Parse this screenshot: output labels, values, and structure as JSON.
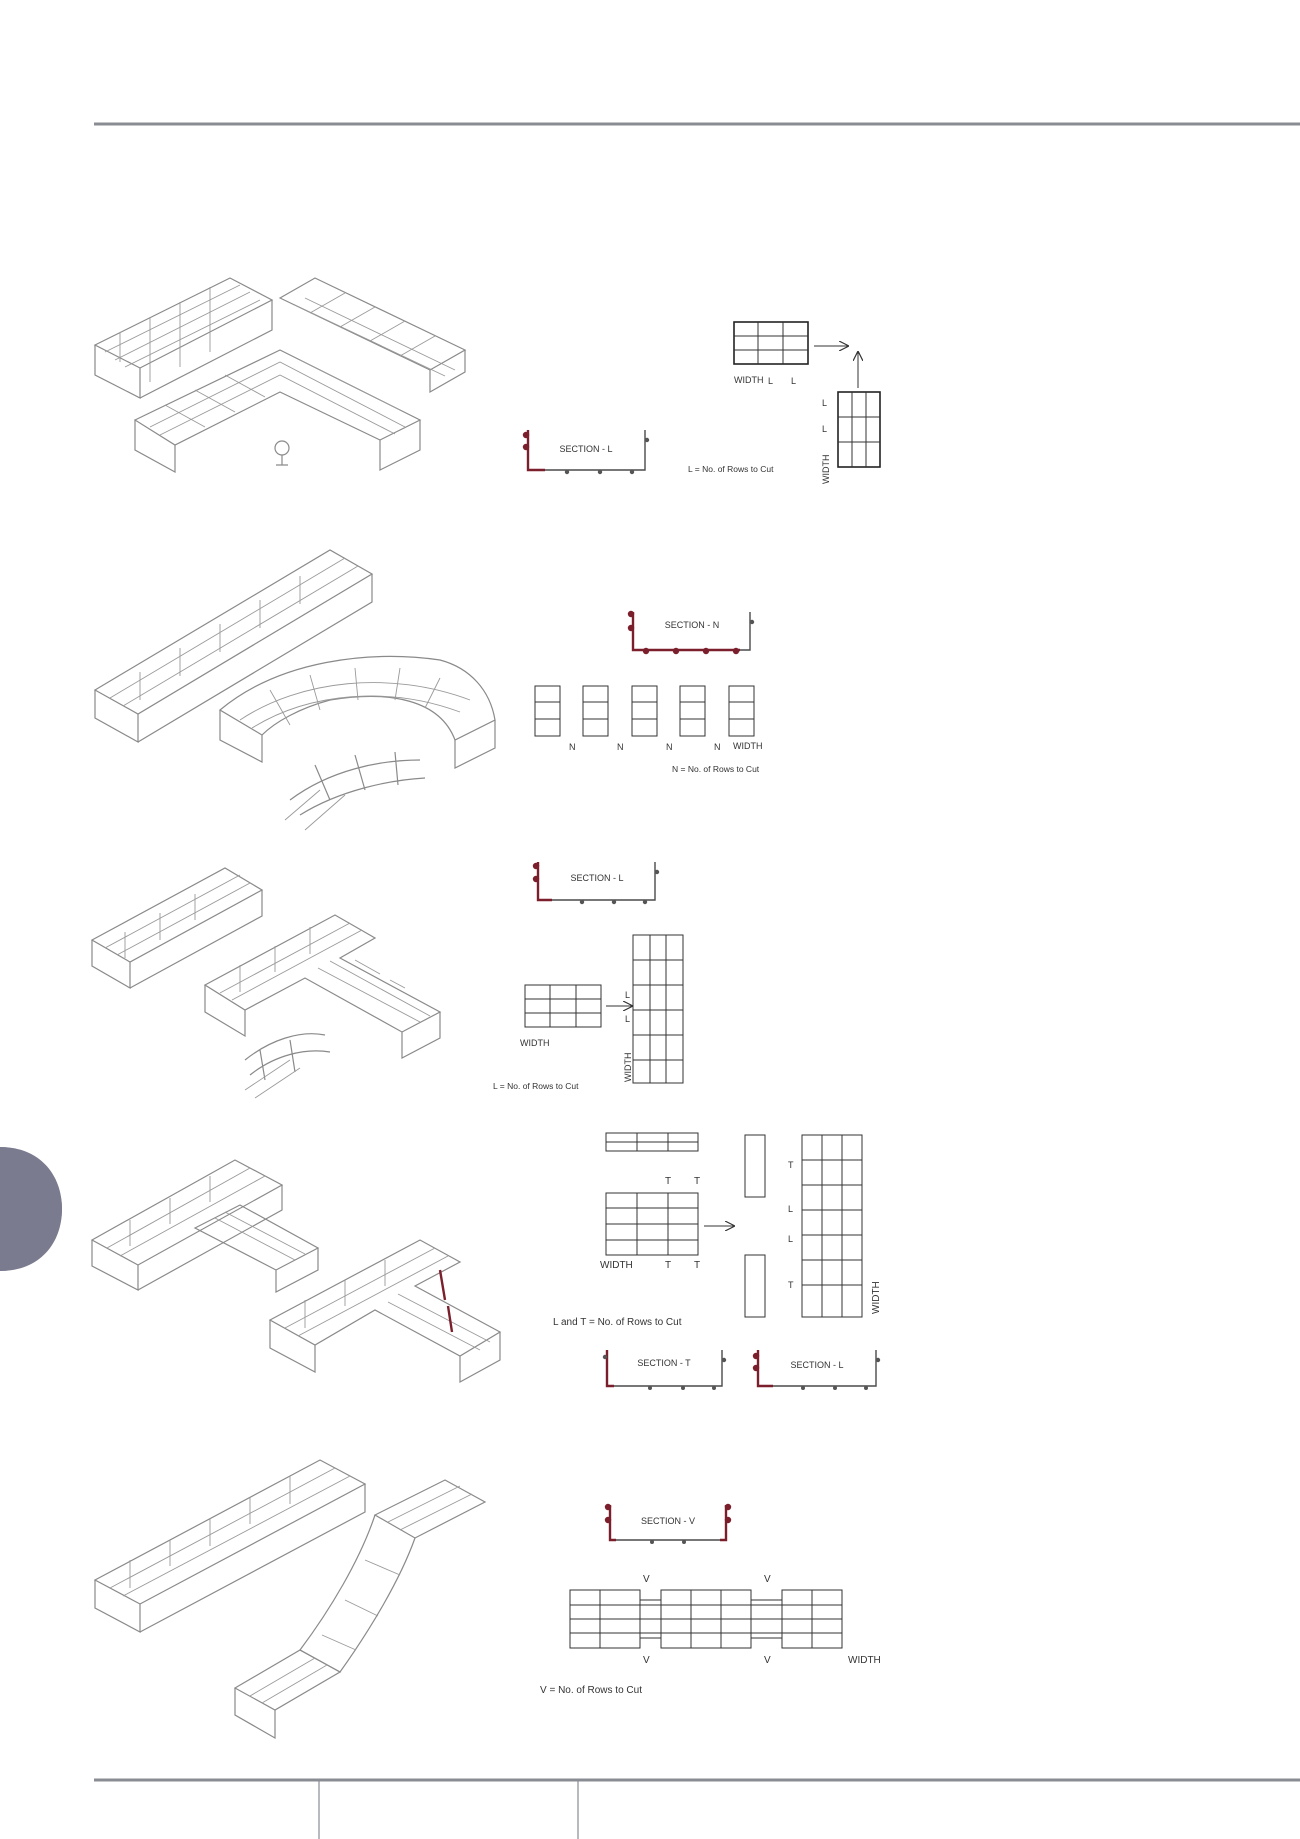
{
  "colors": {
    "rule": "#8a8c94",
    "tab": "#7b7b8f",
    "highlight": "#7a1f2b",
    "ink": "#222222",
    "wire": "#8a8a8a"
  },
  "rows": [
    {
      "id": "bend-90",
      "section_labels": [
        "SECTION - L"
      ],
      "width_label": "WIDTH",
      "row_markers": [
        "L",
        "L"
      ],
      "row_markers_vertical": [
        "L",
        "L"
      ],
      "vertical_width_label": "WIDTH",
      "legend": "L = No. of Rows to Cut"
    },
    {
      "id": "curved-bend",
      "section_labels": [
        "SECTION - N"
      ],
      "row_markers": [
        "N",
        "N",
        "N",
        "N"
      ],
      "width_label": "WIDTH",
      "legend": "N = No. of Rows to Cut"
    },
    {
      "id": "tee",
      "section_labels": [
        "SECTION - L"
      ],
      "width_label": "WIDTH",
      "row_markers": [
        "L",
        "L"
      ],
      "vertical_width_label": "WIDTH",
      "legend": "L = No. of Rows to Cut"
    },
    {
      "id": "cross",
      "top_markers": [
        "T",
        "T"
      ],
      "width_label": "WIDTH",
      "bottom_markers": [
        "T",
        "T"
      ],
      "side_markers": [
        "T",
        "L",
        "L",
        "T"
      ],
      "vertical_width_label": "WIDTH",
      "legend": "L and T = No. of Rows to Cut",
      "section_labels": [
        "SECTION - T",
        "SECTION - L"
      ]
    },
    {
      "id": "level-change",
      "section_labels": [
        "SECTION - V"
      ],
      "top_markers": [
        "V",
        "V"
      ],
      "bottom_markers": [
        "V",
        "V"
      ],
      "width_label": "WIDTH",
      "legend": "V = No. of Rows to Cut"
    }
  ]
}
